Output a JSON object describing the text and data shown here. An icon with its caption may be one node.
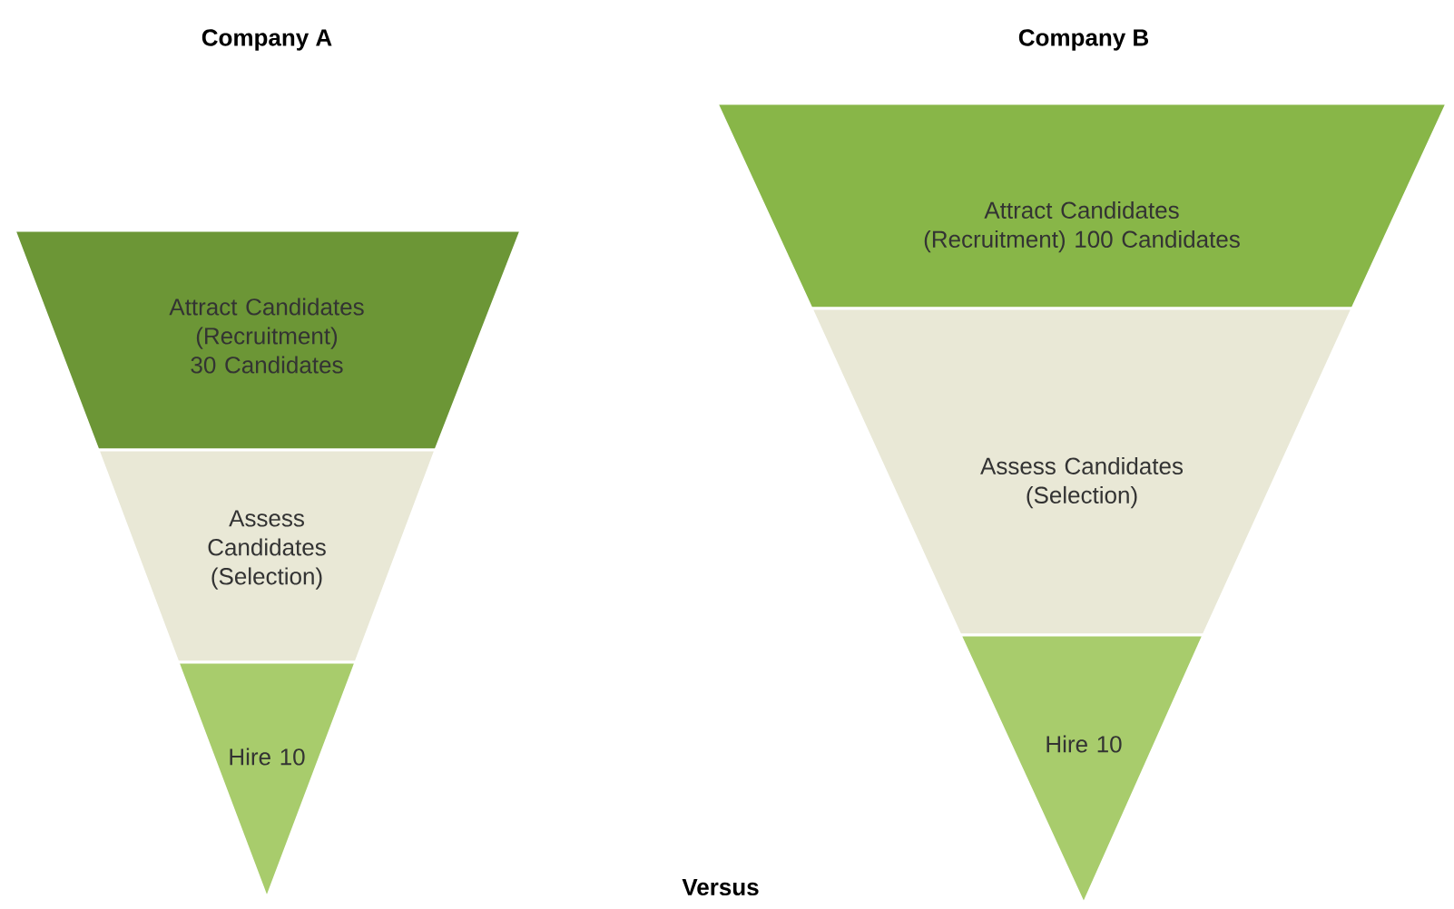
{
  "diagram": {
    "nodes": [
      {
        "text": [
          "Attract Candidates (Recruitment) 30 Candidates"
        ]
      },
      {
        "text": [
          "Assess Candidates (Selection)"
        ]
      },
      {
        "text": [
          "Hire 10"
        ]
      },
      {
        "text": [
          "Attract Candidates (Recruitment) 100 Candidates"
        ]
      },
      {
        "text": [
          "Assess Candidates (Selection)"
        ]
      },
      {
        "text": [
          "Hire 10"
        ]
      }
    ],
    "labels": [
      "Company A",
      "Company B",
      "Versus"
    ]
  }
}
